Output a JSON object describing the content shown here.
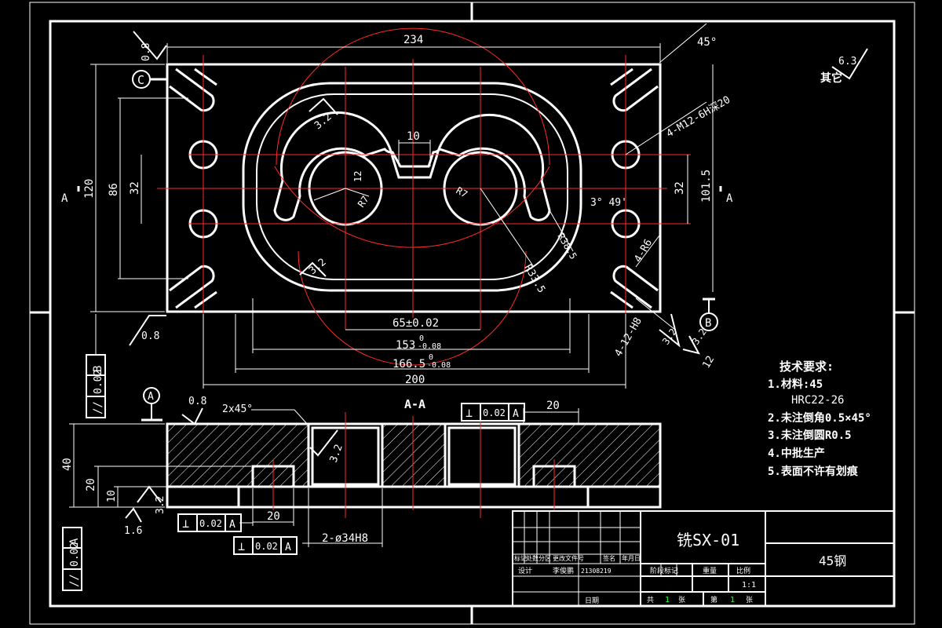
{
  "drawing": {
    "title": "铣SX-01",
    "material": "45钢",
    "scale": "1:1",
    "section_label": "A-A",
    "datum_c": "C",
    "datum_b": "B",
    "datum_a": "A",
    "sheet_total": "共 1 张",
    "sheet_number": "第 1 张"
  },
  "title_block": {
    "row_labels": [
      "标记",
      "处数",
      "分区",
      "更改文件号",
      "签名",
      "年月日"
    ],
    "design": "设计",
    "designer": "李俊鹏",
    "student_id": "21308219",
    "date_label": "日期",
    "stage_mark": "阶段标记",
    "weight": "重量",
    "scale_label": "比例",
    "sheet_total_label": "共",
    "sheet_label": "第",
    "sheet_unit": "张",
    "one": "1"
  },
  "tech_requirements": {
    "heading": "技术要求:",
    "items": [
      "1.材料:45",
      "HRC22-26",
      "2.未注倒角0.5×45°",
      "3.未注倒圆R0.5",
      "4.中批生产",
      "5.表面不许有划痕"
    ]
  },
  "roughness": {
    "other": "其它",
    "other_value": "6.3",
    "top_left": "0.8",
    "bottom_left": "0.8",
    "inner_top": "3.2",
    "inner_bottom": "3.2",
    "right_1": "3.2",
    "right_2": "3.2",
    "section_top": "0.8",
    "section_mid": "3.2",
    "section_left_1": "3.2",
    "section_left_2": "1.6"
  },
  "dimensions": {
    "overall_width": "234",
    "chamfer_angle": "45°",
    "thread": "4-M12-6H深20",
    "height_120": "120",
    "height_86": "86",
    "height_32_left": "32",
    "height_32_right": "32",
    "height_101_5": "101.5",
    "slot_10": "10",
    "depth_12": "12",
    "r7_left": "R7",
    "r7_right": "R7",
    "angle": "3° 49'",
    "r6": "4-R6",
    "r33_5": "R33.5",
    "r38_5": "R38.5",
    "d65": "65±0.02",
    "d153": "153",
    "d153_tol": "-0.08",
    "d153_tol_upper": "0",
    "d166_5": "166.5",
    "d166_5_tol": "-0.08",
    "d166_5_tol_upper": "0",
    "d200": "200",
    "hole_12": "4-12-H8",
    "dim_12": "12",
    "chamfer_2x45": "2x45°",
    "sec_20_top": "20",
    "sec_40": "40",
    "sec_20": "20",
    "sec_10": "10",
    "sec_20_bottom": "20",
    "bore": "2-ø34H8",
    "side_a_left": "A",
    "side_a_right": "A"
  },
  "tolerances": {
    "parallel_b": {
      "symbol": "//",
      "value": "0.02",
      "datum": "B"
    },
    "perp_a_top": {
      "symbol": "⊥",
      "value": "0.02",
      "datum": "A"
    },
    "perp_a_left": {
      "symbol": "⊥",
      "value": "0.02",
      "datum": "A"
    },
    "perp_a_bottom": {
      "symbol": "⊥",
      "value": "0.02",
      "datum": "A"
    },
    "parallel_a": {
      "symbol": "//",
      "value": "0.02",
      "datum": "A"
    }
  }
}
